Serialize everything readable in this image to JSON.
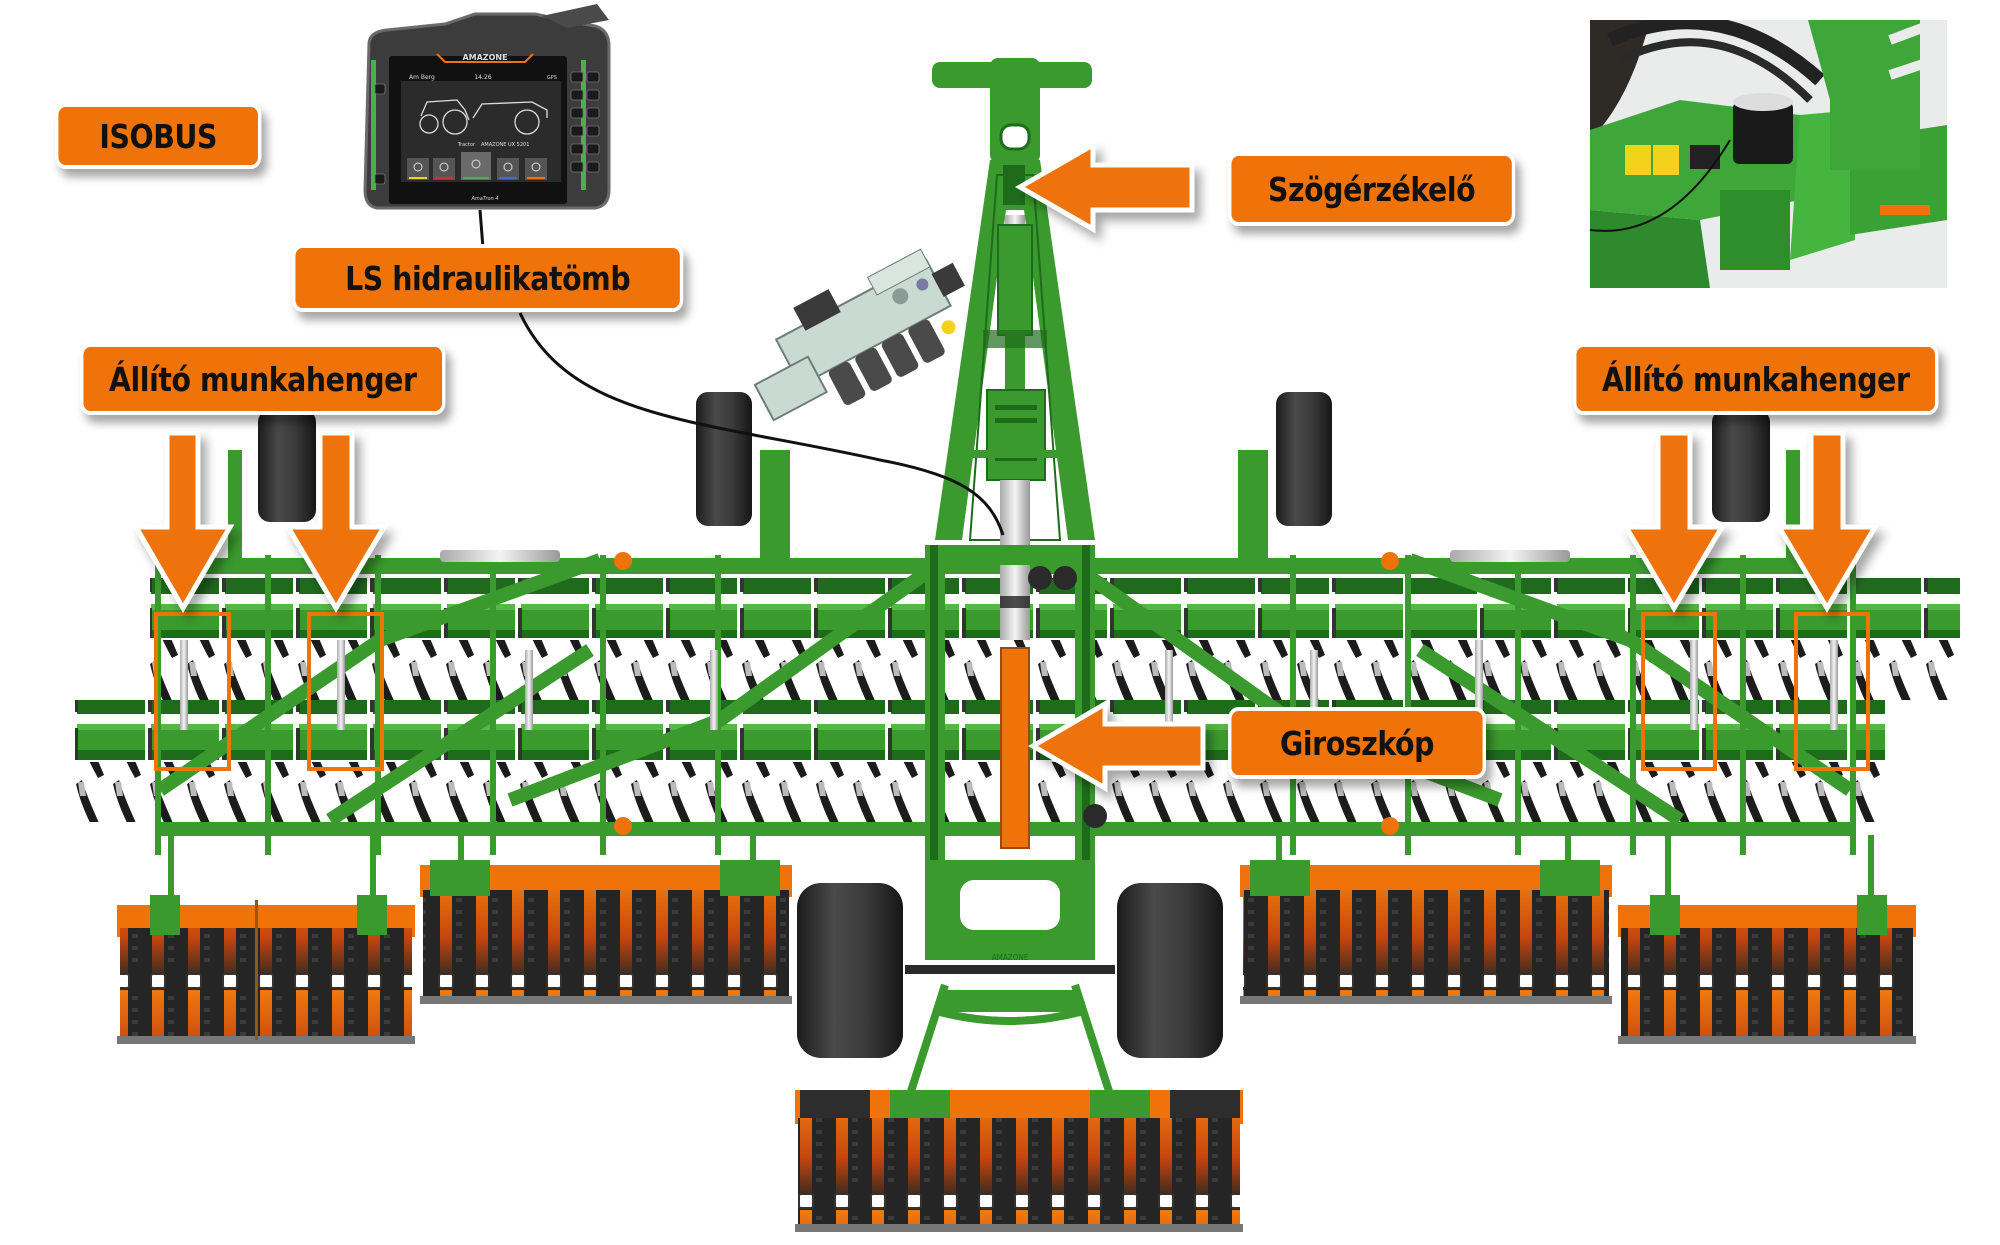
{
  "figure": {
    "subject": "AMAZONE cultivator top view with control components",
    "colors": {
      "callout_fill": "#ef7308",
      "callout_border": "#ffffff",
      "callout_text": "#111111",
      "machine_green": "#3a9a2e",
      "machine_dark_green": "#1f6b1c",
      "roller_orange": "#ef7308",
      "tyre": "#2e2e2e",
      "highlight_box": "#ef7308",
      "cable": "#111111"
    }
  },
  "callouts": {
    "isobus": "ISOBUS",
    "ls_block": "LS hidraulikatömb",
    "angle_sensor": "Szögérzékelő",
    "adjust_cylinder_left": "Állító munkahenger",
    "adjust_cylinder_right": "Állító munkahenger",
    "gyroscope": "Giroszkóp"
  },
  "terminal": {
    "brand": "AMAZONE",
    "status_left": "Am Berg",
    "clock": "14:26",
    "status_right": "GPS",
    "label_left": "Tractor",
    "label_right": "AMAZONE UX 5201",
    "model": "AmaTron 4",
    "menu_icons": [
      "joystick-icon",
      "implement-icon",
      "field-icon",
      "tractor-icon",
      "gear-icon"
    ],
    "menu_colors": [
      "#f2d21a",
      "#d9302a",
      "#4caf50",
      "#3a6fd0",
      "#ef7308"
    ]
  },
  "chassis_label": "AMAZONE",
  "inset": {
    "description": "Close-up photo of angle sensor on drawbar pivot"
  }
}
